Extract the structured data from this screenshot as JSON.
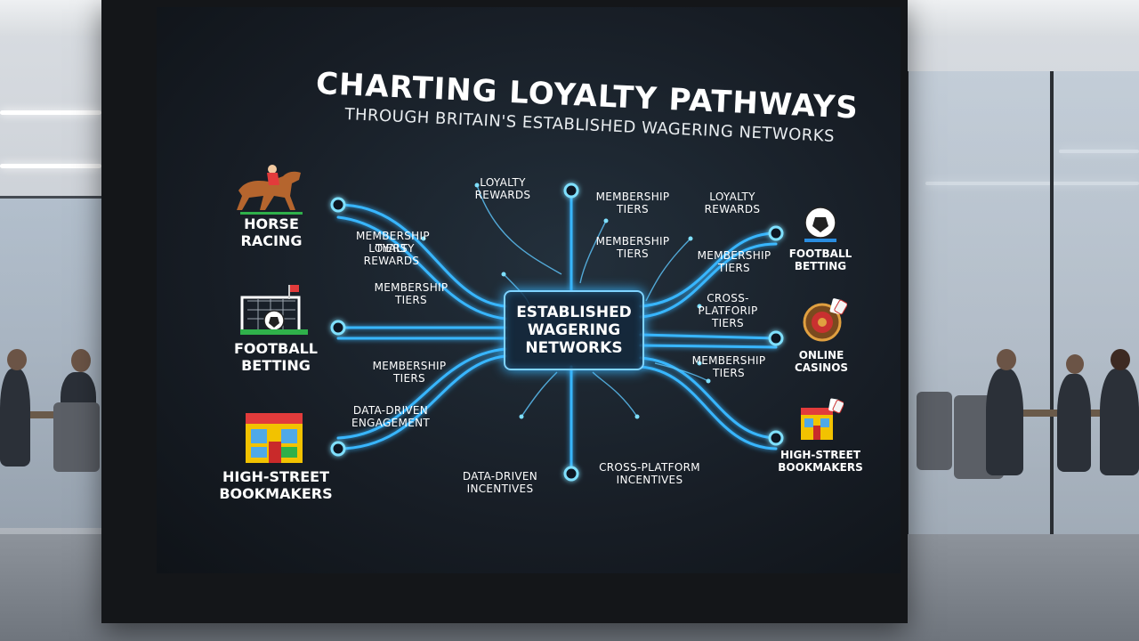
{
  "diagram": {
    "title": "CHARTING LOYALTY PATHWAYS",
    "subtitle": "THROUGH BRITAIN'S ESTABLISHED WAGERING NETWORKS",
    "hub": {
      "line1": "ESTABLISHED",
      "line2": "WAGERING",
      "line3": "NETWORKS"
    },
    "left_categories": [
      {
        "line1": "HORSE",
        "line2": "RACING",
        "icon": "horse-racing-icon"
      },
      {
        "line1": "FOOTBALL",
        "line2": "BETTING",
        "icon": "football-goal-icon"
      },
      {
        "line1": "HIGH-STREET",
        "line2": "BOOKMAKERS",
        "icon": "shopfront-icon"
      }
    ],
    "right_categories": [
      {
        "line1": "FOOTBALL",
        "line2": "BETTING",
        "icon": "football-icon"
      },
      {
        "line1": "ONLINE",
        "line2": "CASINOS",
        "icon": "roulette-icon"
      },
      {
        "line1": "HIGH-STREET",
        "line2": "BOOKMAKERS",
        "icon": "shopfront-cards-icon"
      }
    ],
    "labels": [
      {
        "line1": "LOYALTY",
        "line2": "REWARDS"
      },
      {
        "line1": "MEMBERSHIP",
        "line2": "TIERS"
      },
      {
        "line1": "LOYALTY",
        "line2": "REWARDS"
      },
      {
        "line1": "MEMBERSHIP",
        "line2": "TIERS"
      },
      {
        "line1": "LOYALTY",
        "line2": "REWARDS"
      },
      {
        "line1": "MEMBERSHIP",
        "line2": "TIERS"
      },
      {
        "line1": "MEMBERSHIP",
        "line2": "TIERS"
      },
      {
        "line1": "CROSS-PLATFORIP",
        "line2": "TIERS"
      },
      {
        "line1": "MEMBERSHIP",
        "line2": "TIERS"
      },
      {
        "line1": "MEMBERSHIP",
        "line2": "TIERS"
      },
      {
        "line1": "MEMBERSHIP",
        "line2": "TIERS"
      },
      {
        "line1": "DATA-DRIVEN",
        "line2": "ENGAGEMENT"
      },
      {
        "line1": "DATA-DRIVEN",
        "line2": "INCENTIVES"
      },
      {
        "line1": "CROSS-PLATFORM",
        "line2": "INCENTIVES"
      }
    ],
    "colors": {
      "glow": "#38b6ff",
      "node": "#7fe0ff",
      "screen": "#171d25"
    }
  }
}
